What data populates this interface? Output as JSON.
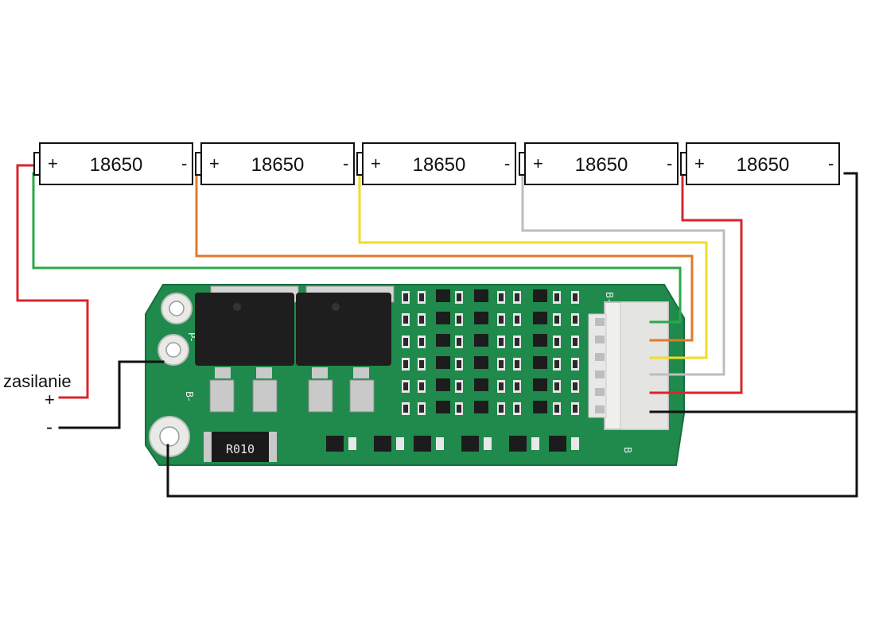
{
  "colors": {
    "wire_red": "#d8262c",
    "wire_green": "#2aa84a",
    "wire_orange": "#e07a2a",
    "wire_yellow": "#f0dc28",
    "wire_gray": "#bdbdbd",
    "wire_black": "#111111",
    "pcb_green": "#1f8a4c",
    "pcb_dark": "#176e3c",
    "mosfet_black": "#1e1e1e",
    "connector_white": "#f0f0ee"
  },
  "cells": [
    {
      "label": "18650",
      "plus": "+",
      "minus": "-"
    },
    {
      "label": "18650",
      "plus": "+",
      "minus": "-"
    },
    {
      "label": "18650",
      "plus": "+",
      "minus": "-"
    },
    {
      "label": "18650",
      "plus": "+",
      "minus": "-"
    },
    {
      "label": "18650",
      "plus": "+",
      "minus": "-"
    }
  ],
  "supply": {
    "label": "zasilanie",
    "plus": "+",
    "minus": "-"
  },
  "pcb": {
    "shunt_marking": "R010",
    "pad_bplus": "B+",
    "pad_bminus": "B-",
    "pad_pminus": "P-",
    "pad_b": "B"
  }
}
